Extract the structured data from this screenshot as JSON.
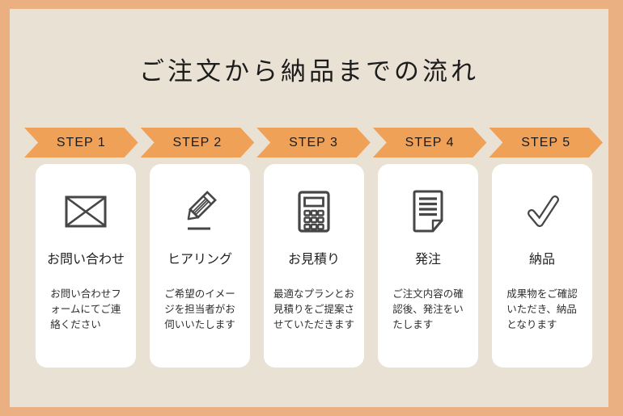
{
  "title": "ご注文から納品までの流れ",
  "colors": {
    "frame": "#EBB082",
    "background": "#E9E2D4",
    "accent": "#F0A158",
    "card": "#FFFFFF",
    "text": "#1C1C1C",
    "icon": "#464646"
  },
  "steps": [
    {
      "label": "STEP 1",
      "icon": "envelope-icon",
      "name": "お問い合わせ",
      "description": "お問い合わせフ\nォームにてご連\n絡ください"
    },
    {
      "label": "STEP 2",
      "icon": "pencil-icon",
      "name": "ヒアリング",
      "description": "ご希望のイメー\nジを担当者がお\n伺いいたします"
    },
    {
      "label": "STEP 3",
      "icon": "calculator-icon",
      "name": "お見積り",
      "description": "最適なプランとお\n見積りをご提案さ\nせていただきます"
    },
    {
      "label": "STEP 4",
      "icon": "document-icon",
      "name": "発注",
      "description": "ご注文内容の確\n認後、発注をい\nたします"
    },
    {
      "label": "STEP 5",
      "icon": "check-icon",
      "name": "納品",
      "description": "成果物をご確認\nいただき、納品\nとなります"
    }
  ]
}
